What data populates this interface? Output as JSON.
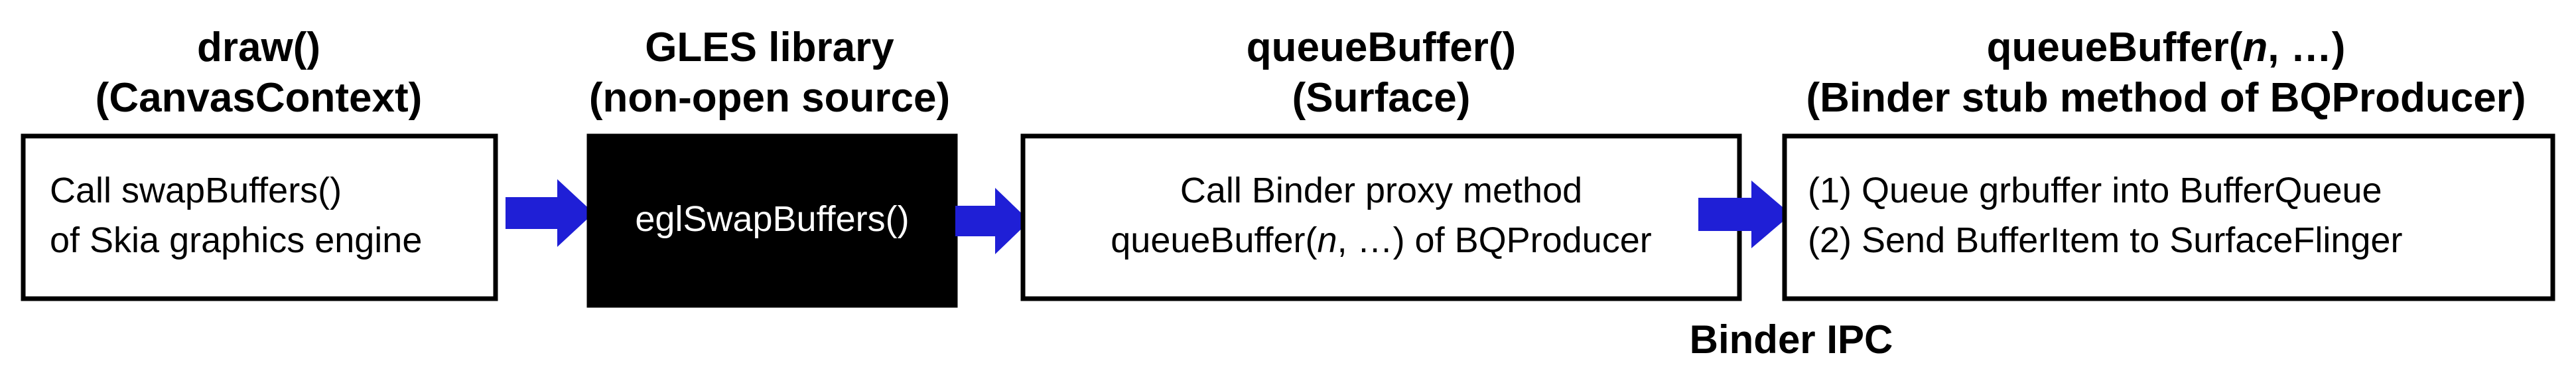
{
  "colors": {
    "arrow": "#1f1fd6",
    "box_border": "#000000",
    "gles_fill": "#000000",
    "gles_text": "#ffffff"
  },
  "stages": [
    {
      "heading_line1": "draw()",
      "heading_line2": "(CanvasContext)",
      "text_line1": "Call swapBuffers()",
      "text_line2": "of Skia graphics engine"
    },
    {
      "heading_line1": "GLES library",
      "heading_line2": "(non-open source)",
      "text_line1": "eglSwapBuffers()"
    },
    {
      "heading_line1": "queueBuffer()",
      "heading_line2": "(Surface)",
      "text_line1": "Call Binder proxy method",
      "text_line2_pre": "queueBuffer(",
      "text_line2_italic": "n",
      "text_line2_post": ", …) of BQProducer"
    },
    {
      "heading_line1_pre": "queueBuffer(",
      "heading_line1_italic": "n",
      "heading_line1_post": ", …)",
      "heading_line2": "(Binder stub method of BQProducer)",
      "text_line1": "(1) Queue grbuffer into BufferQueue",
      "text_line2": "(2) Send BufferItem to SurfaceFlinger"
    }
  ],
  "ipc_label": "Binder IPC"
}
